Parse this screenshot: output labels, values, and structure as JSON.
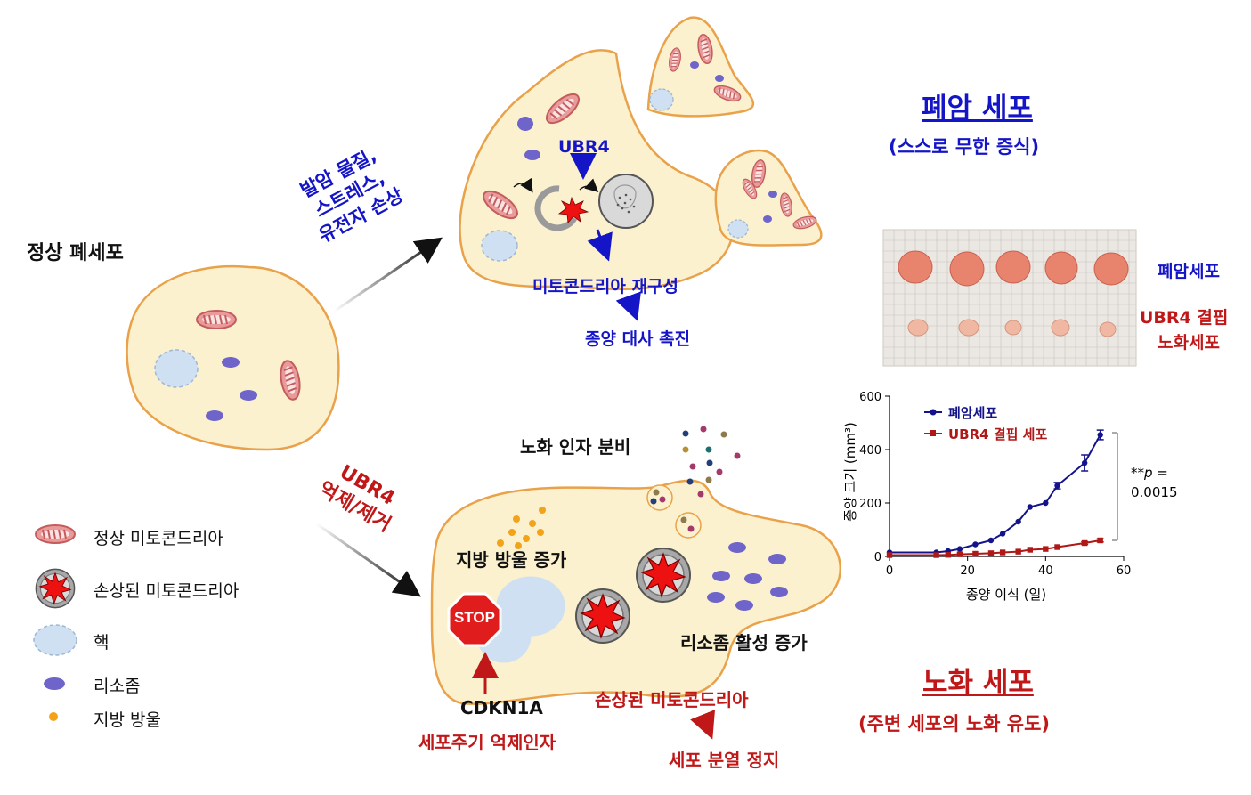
{
  "colors": {
    "cell_fill": "#fbf1cf",
    "cell_stroke": "#e9a24a",
    "mito_fill": "#e99a9a",
    "nucleus_fill": "#cfe0f2",
    "lysosome_fill": "#6e64c9",
    "lipid_fill": "#f2a31a",
    "blue_text": "#1515c8",
    "red_text": "#c01818",
    "series_cancer": "#14148a",
    "series_ubr4": "#b01818"
  },
  "labels": {
    "normal_cell": "정상 폐세포",
    "arrow_top": [
      "발암 물질,",
      "스트레스,",
      "유전자 손상"
    ],
    "arrow_bottom": [
      "UBR4",
      "억제/제거"
    ],
    "ubr4_top": "UBR4",
    "mito_remodel": "미토콘드리아 재구성",
    "tumor_metab": "종양 대사 촉진",
    "cancer_title": "폐암 세포",
    "cancer_sub": "(스스로 무한 증식)",
    "photo_label_1": "폐암세포",
    "photo_label_2a": "UBR4 결핍",
    "photo_label_2b": "노화세포",
    "sasp": "노화 인자 분비",
    "lipid_increase": "지방 방울 증가",
    "stop_sign": "STOP",
    "lysosome_active": "리소좀 활성 증가",
    "cdkn1a": "CDKN1A",
    "cell_cycle_inhibitor": "세포주기 억제인자",
    "damaged_mito_red": "손상된 미토콘드리아",
    "cell_div_stop": "세포 분열 정지",
    "senescent_title": "노화 세포",
    "senescent_sub": "(주변 세포의 노화 유도)"
  },
  "legend": [
    {
      "icon": "normal-mitochondria-icon",
      "label": "정상 미토콘드리아"
    },
    {
      "icon": "damaged-mitochondria-icon",
      "label": "손상된 미토콘드리아"
    },
    {
      "icon": "nucleus-icon",
      "label": "핵"
    },
    {
      "icon": "lysosome-icon",
      "label": "리소좀"
    },
    {
      "icon": "lipid-droplet-icon",
      "label": "지방 방울"
    }
  ],
  "chart_data": {
    "type": "line",
    "xlabel": "종양 이식 (일)",
    "ylabel": "종양 크기 (mm³)",
    "xlim": [
      0,
      60
    ],
    "ylim": [
      0,
      600
    ],
    "xticks": [
      0,
      20,
      40,
      60
    ],
    "yticks": [
      0,
      200,
      400,
      600
    ],
    "legend_position": "top-left",
    "annotation": {
      "stars": "**",
      "p_label": "p",
      "eq": " =",
      "value": "0.0015"
    },
    "series": [
      {
        "name": "폐암세포",
        "marker": "circle",
        "x": [
          0,
          12,
          15,
          18,
          22,
          26,
          29,
          33,
          36,
          40,
          43,
          50,
          54
        ],
        "y": [
          15,
          15,
          20,
          28,
          45,
          60,
          85,
          130,
          185,
          200,
          265,
          350,
          455
        ],
        "err": [
          0,
          0,
          0,
          0,
          0,
          0,
          0,
          0,
          0,
          0,
          12,
          30,
          18
        ]
      },
      {
        "name": "UBR4 결핍 세포",
        "marker": "square",
        "x": [
          0,
          12,
          15,
          18,
          22,
          26,
          29,
          33,
          36,
          40,
          43,
          50,
          54
        ],
        "y": [
          5,
          5,
          6,
          8,
          10,
          12,
          15,
          18,
          25,
          28,
          35,
          50,
          60
        ],
        "err": [
          0,
          0,
          0,
          0,
          0,
          0,
          0,
          0,
          0,
          0,
          0,
          5,
          6
        ]
      }
    ]
  }
}
